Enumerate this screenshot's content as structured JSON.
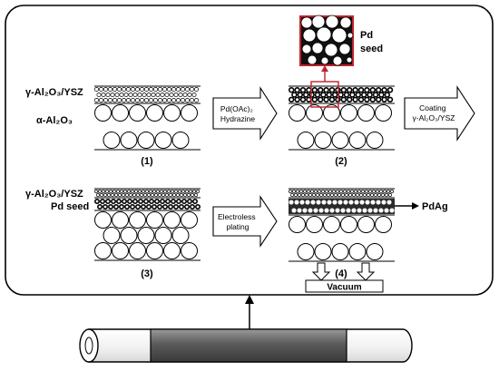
{
  "labels": {
    "gamma_layer_1": "γ-Al₂O₃/YSZ",
    "alpha_layer": "α-Al₂O₃",
    "gamma_layer_3": "γ-Al₂O₃/YSZ",
    "pd_seed_layer": "Pd seed",
    "pd_seed_zoom_line1": "Pd",
    "pd_seed_zoom_line2": "seed",
    "pdag": "PdAg",
    "vacuum": "Vacuum"
  },
  "steps": [
    {
      "id": "1",
      "label": "(1)"
    },
    {
      "id": "2",
      "label": "(2)"
    },
    {
      "id": "3",
      "label": "(3)"
    },
    {
      "id": "4",
      "label": "(4)"
    }
  ],
  "arrows": {
    "a1_line1": "Pd(OAc)₂",
    "a1_line2": "Hydrazine",
    "a2_line1": "Coating",
    "a2_line2": "γ-Al₂O₃/YSZ",
    "a3_line1": "Electroless",
    "a3_line2": "plating"
  }
}
